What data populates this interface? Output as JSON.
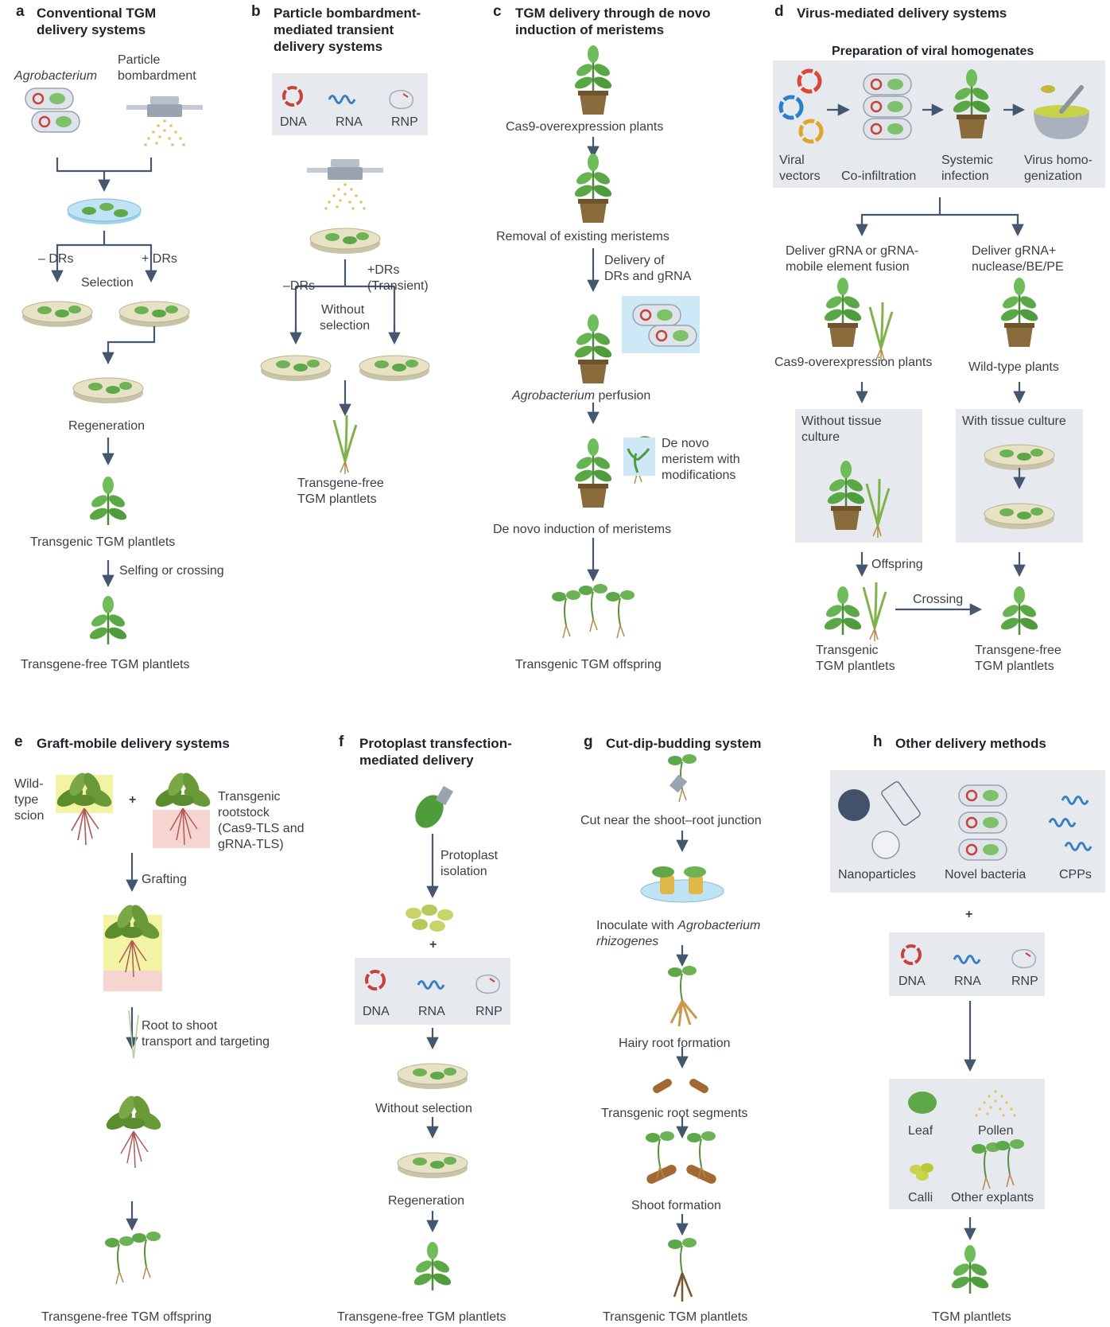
{
  "panels": {
    "a": {
      "label": "a",
      "title": "Conventional TGM delivery systems",
      "title_line1": "Conventional TGM",
      "title_line2": "delivery systems",
      "agrobacterium": "Agrobacterium",
      "particle1": "Particle",
      "particle2": "bombardment",
      "minus_drs": "– DRs",
      "plus_drs": "+ DRs",
      "selection": "Selection",
      "regeneration": "Regeneration",
      "transgenic": "Transgenic TGM plantlets",
      "selfing": "Selfing or crossing",
      "transgene_free": "Transgene-free TGM plantlets"
    },
    "b": {
      "label": "b",
      "title_line1": "Particle bombardment-",
      "title_line2": "mediated transient",
      "title_line3": "delivery systems",
      "dna": "DNA",
      "rna": "RNA",
      "rnp": "RNP",
      "minus_drs": "–DRs",
      "plus_drs1": "+DRs",
      "plus_drs2": "(Transient)",
      "without1": "Without",
      "without2": "selection",
      "result1": "Transgene-free",
      "result2": "TGM plantlets"
    },
    "c": {
      "label": "c",
      "title_line1": "TGM delivery through de novo",
      "title_line2": "induction of meristems",
      "cas9": "Cas9-overexpression plants",
      "removal": "Removal of existing meristems",
      "delivery1": "Delivery of",
      "delivery2": "DRs and gRNA",
      "agro_italic": "Agrobacterium",
      "perfusion": " perfusion",
      "denovo1": "De novo",
      "denovo2": "meristem with",
      "denovo3": "modifications",
      "induction": "De novo induction of meristems",
      "offspring": "Transgenic TGM offspring"
    },
    "d": {
      "label": "d",
      "title": "Virus-mediated delivery systems",
      "prep": "Preparation of viral homogenates",
      "viral1": "Viral",
      "viral2": "vectors",
      "coinf": "Co-infiltration",
      "systemic1": "Systemic",
      "systemic2": "infection",
      "homo1": "Virus homo-",
      "homo2": "genization",
      "left1": "Deliver gRNA or gRNA-",
      "left2": "mobile element fusion",
      "right1": "Deliver gRNA+",
      "right2": "nuclease/BE/PE",
      "cas9": "Cas9-overexpression plants",
      "wild": "Wild-type plants",
      "without1": "Without tissue",
      "without2": "culture",
      "with": "With tissue culture",
      "offspring": "Offspring",
      "crossing": "Crossing",
      "transgenic1": "Transgenic",
      "transgenic2": "TGM plantlets",
      "free1": "Transgene-free",
      "free2": "TGM plantlets"
    },
    "e": {
      "label": "e",
      "title": "Graft-mobile delivery systems",
      "wild1": "Wild-",
      "wild2": "type",
      "wild3": "scion",
      "plus": "+",
      "root1": "Transgenic",
      "root2": "rootstock",
      "root3": "(Cas9-TLS and",
      "root4": "gRNA-TLS)",
      "grafting": "Grafting",
      "transport1": "Root to shoot",
      "transport2": "transport and targeting",
      "result": "Transgene-free TGM offspring"
    },
    "f": {
      "label": "f",
      "title_line1": "Protoplast transfection-",
      "title_line2": "mediated delivery",
      "iso1": "Protoplast",
      "iso2": "isolation",
      "plus": "+",
      "dna": "DNA",
      "rna": "RNA",
      "rnp": "RNP",
      "without": "Without selection",
      "regeneration": "Regeneration",
      "result": "Transgene-free TGM plantlets"
    },
    "g": {
      "label": "g",
      "title": "Cut-dip-budding system",
      "cut": "Cut near the shoot–root junction",
      "inoc1": "Inoculate with ",
      "inoc_it1": "Agrobacterium",
      "inoc_it2": "rhizogenes",
      "hairy": "Hairy root formation",
      "segments": "Transgenic root segments",
      "shoot": "Shoot formation",
      "result": "Transgenic TGM plantlets"
    },
    "h": {
      "label": "h",
      "title": "Other delivery methods",
      "nano": "Nanoparticles",
      "bacteria": "Novel bacteria",
      "cpps": "CPPs",
      "plus": "+",
      "dna": "DNA",
      "rna": "RNA",
      "rnp": "RNP",
      "leaf": "Leaf",
      "pollen": "Pollen",
      "calli": "Calli",
      "explants": "Other explants",
      "result": "TGM plantlets"
    }
  }
}
